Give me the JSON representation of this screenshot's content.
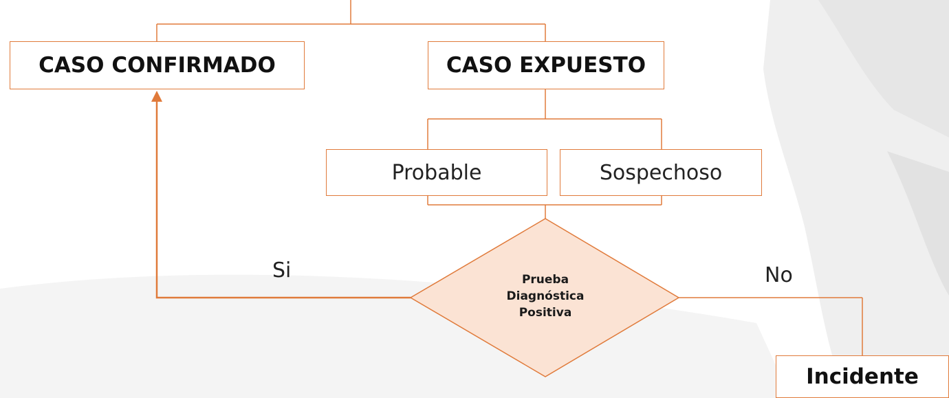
{
  "colors": {
    "accent": "#e07a3a",
    "diamond_fill": "#fbe3d4",
    "text": "#111111"
  },
  "nodes": {
    "confirmed": "CASO CONFIRMADO",
    "exposed": "CASO EXPUESTO",
    "probable": "Probable",
    "suspect": "Sospechoso",
    "decision": [
      "Prueba",
      "Diagnóstica",
      "Positiva"
    ],
    "incident": "Incidente"
  },
  "edges": {
    "yes_label": "Si",
    "no_label": "No"
  }
}
